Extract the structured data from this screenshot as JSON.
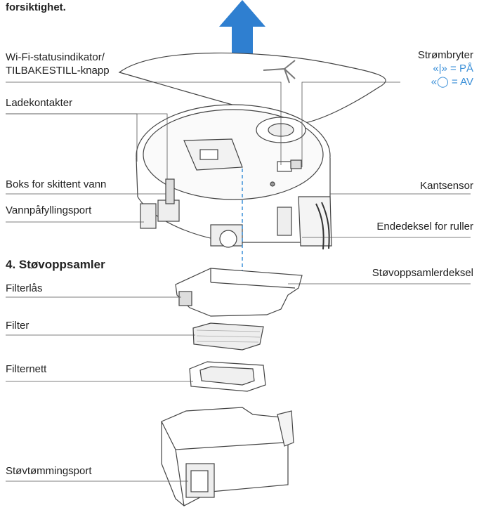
{
  "top_text": "forsiktighet.",
  "labels": {
    "wifi_line1": "Wi-Fi-statusindikator/",
    "wifi_line2": "TILBAKESTILL-knapp",
    "power_title": "Strømbryter",
    "power_on": "«|» = PÅ",
    "power_off": "«◯ = AV",
    "charge_contacts": "Ladekontakter",
    "dirty_water_box": "Boks for skittent vann",
    "edge_sensor": "Kantsensor",
    "water_refill_port": "Vannpåfyllingsport",
    "roller_end_cover": "Endedeksel for ruller",
    "section_heading": "4. Støvoppsamler",
    "dust_cover": "Støvoppsamlerdeksel",
    "filter_lock": "Filterlås",
    "filter": "Filter",
    "filter_net": "Filternett",
    "dust_emptying_port": "Støvtømmingsport"
  },
  "colors": {
    "arrow": "#2f7fd0",
    "accent_text": "#3a8fd8",
    "line": "#555555"
  }
}
